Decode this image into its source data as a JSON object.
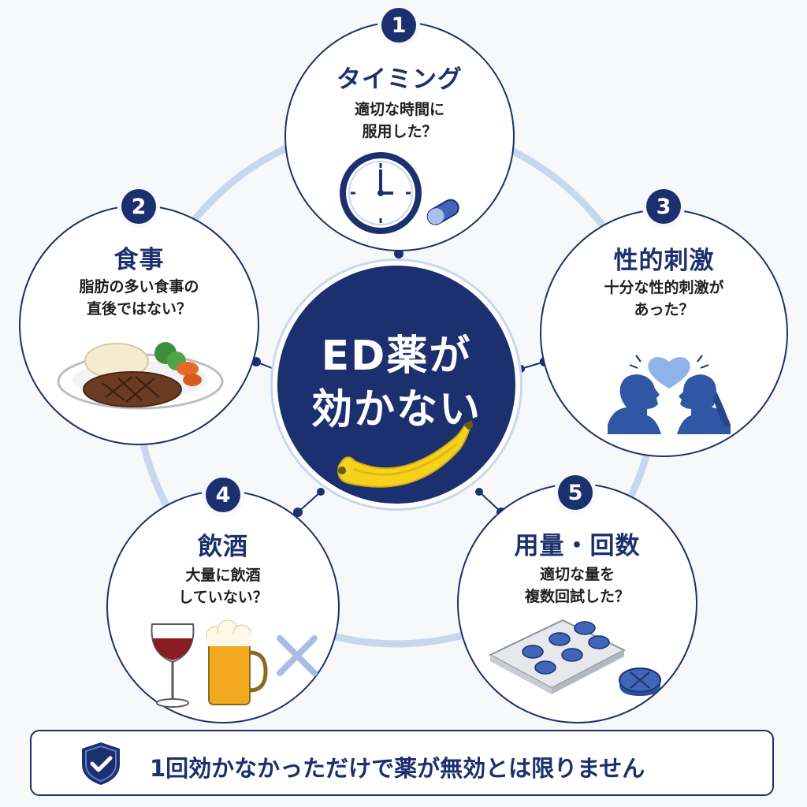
{
  "center": {
    "line1": "ED薬が",
    "line2": "効かない",
    "illustration": "banana-icon"
  },
  "items": [
    {
      "number": "1",
      "title": "タイミング",
      "desc": [
        "適切な時間に",
        "服用した？"
      ],
      "icon": "clock-icon"
    },
    {
      "number": "2",
      "title": "食事",
      "desc": [
        "脂肪の多い食事の",
        "直後ではない？"
      ],
      "icon": "steak-plate-icon"
    },
    {
      "number": "3",
      "title": "性的刺激",
      "desc": [
        "十分な性的刺激が",
        "あった？"
      ],
      "icon": "couple-heart-icon"
    },
    {
      "number": "4",
      "title": "飲酒",
      "desc": [
        "大量に飲酒",
        "していない？"
      ],
      "icon": "wine-beer-cross-icon"
    },
    {
      "number": "5",
      "title": "用量・回数",
      "desc": [
        "適切な量を",
        "複数回試した？"
      ],
      "icon": "pill-blister-icon"
    }
  ],
  "footer": {
    "text": "1回効かなかっただけで薬が無効とは限りません",
    "icon": "shield-check-icon"
  },
  "colors": {
    "navy": "#1c2f6e",
    "ring": "#c9d7ee",
    "pill_blue": "#3f66b8",
    "banana": "#f5d21e"
  }
}
